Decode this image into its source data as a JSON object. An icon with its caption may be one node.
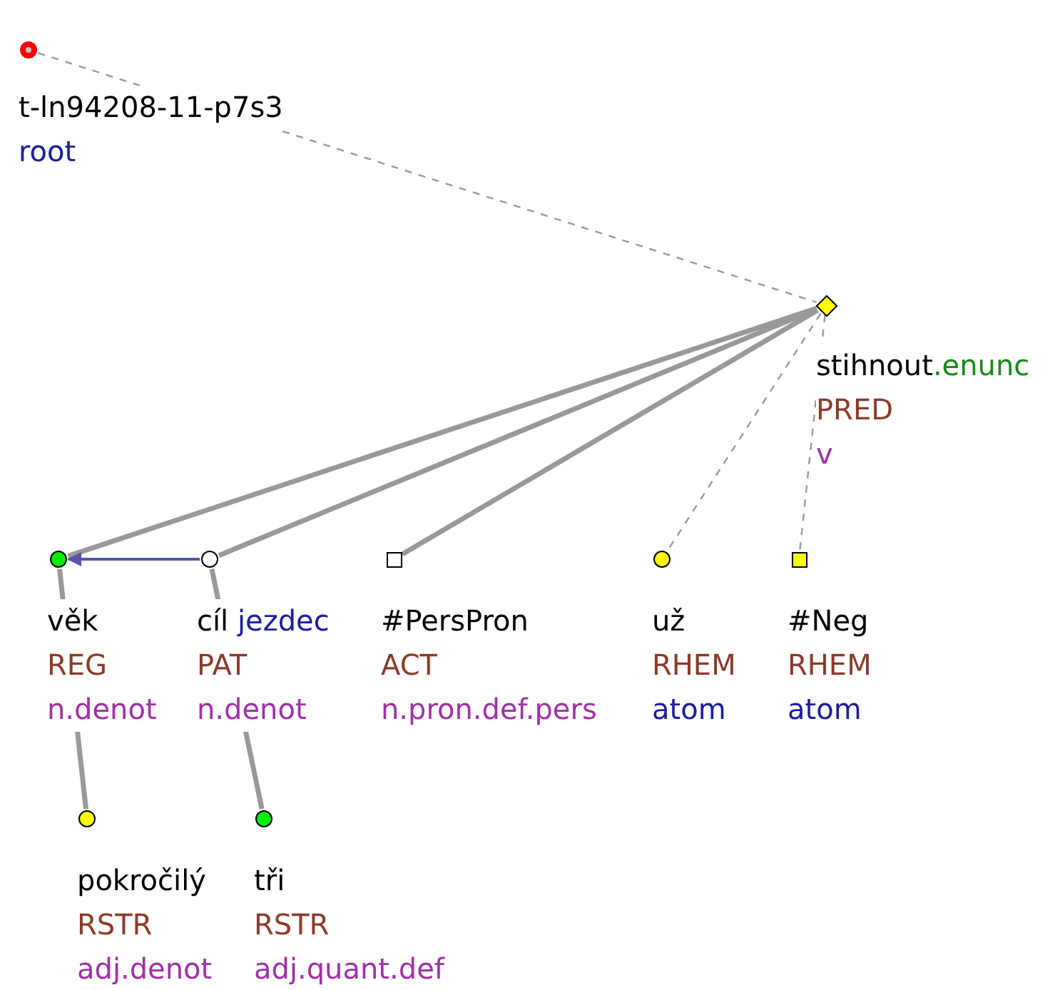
{
  "diagram": {
    "nodes": [
      {
        "text": [],
        "shape": "circle",
        "beside": [
          "t-ln94208-11-p7s3",
          "root"
        ]
      },
      {
        "text": [],
        "shape": "diamond",
        "beside": [
          "stihnout.enunc",
          "PRED",
          "v"
        ]
      },
      {
        "text": [],
        "shape": "circle",
        "beside": [
          "věk",
          "REG",
          "n.denot"
        ]
      },
      {
        "text": [],
        "shape": "circle",
        "beside": [
          "cíl jezdec",
          "PAT",
          "n.denot"
        ]
      },
      {
        "text": [],
        "shape": "box",
        "beside": [
          "#PersPron",
          "ACT",
          "n.pron.def.pers"
        ]
      },
      {
        "text": [],
        "shape": "circle",
        "beside": [
          "už",
          "RHEM",
          "atom"
        ]
      },
      {
        "text": [],
        "shape": "box",
        "beside": [
          "#Neg",
          "RHEM",
          "atom"
        ]
      },
      {
        "text": [],
        "shape": "circle",
        "beside": [
          "pokročilý",
          "RSTR",
          "adj.denot"
        ]
      },
      {
        "text": [],
        "shape": "circle",
        "beside": [
          "tři",
          "RSTR",
          "adj.quant.def"
        ]
      }
    ],
    "edges": [
      {
        "from": 0,
        "to": 1,
        "arrow": "none",
        "style": "dashed"
      },
      {
        "from": 1,
        "to": 2,
        "arrow": "none"
      },
      {
        "from": 1,
        "to": 3,
        "arrow": "none"
      },
      {
        "from": 1,
        "to": 4,
        "arrow": "none"
      },
      {
        "from": 1,
        "to": 5,
        "arrow": "none",
        "style": "dashed"
      },
      {
        "from": 1,
        "to": 6,
        "arrow": "none",
        "style": "dashed"
      },
      {
        "from": 2,
        "to": 7,
        "arrow": "none"
      },
      {
        "from": 3,
        "to": 8,
        "arrow": "none"
      },
      {
        "from": 3,
        "to": 2,
        "arrow": "to",
        "color": "#5555aa"
      }
    ]
  }
}
